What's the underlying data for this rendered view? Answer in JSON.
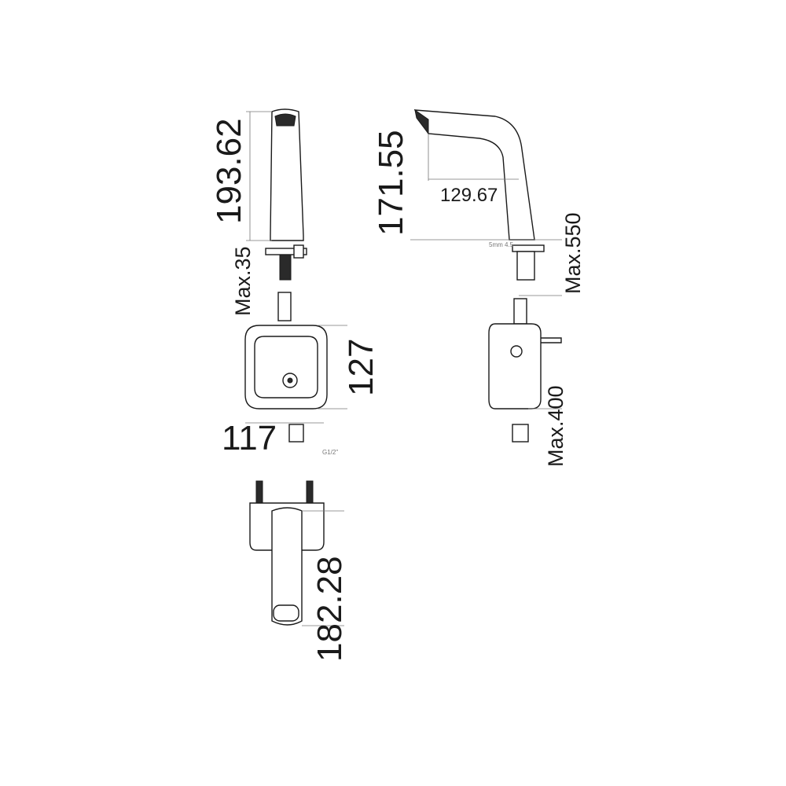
{
  "dimensions": {
    "front_height": "193.62",
    "side_height": "171.55",
    "spout_reach": "129.67",
    "max_35": "Max.35",
    "max_550": "Max.550",
    "box_height": "127",
    "box_width": "117",
    "max_400": "Max.400",
    "top_length": "182.28",
    "thread_note": "G1/2\"",
    "small_note": "5mm 4.5"
  },
  "colors": {
    "line": "#1a1a1a",
    "dimension_line": "#777777",
    "background": "#ffffff"
  }
}
